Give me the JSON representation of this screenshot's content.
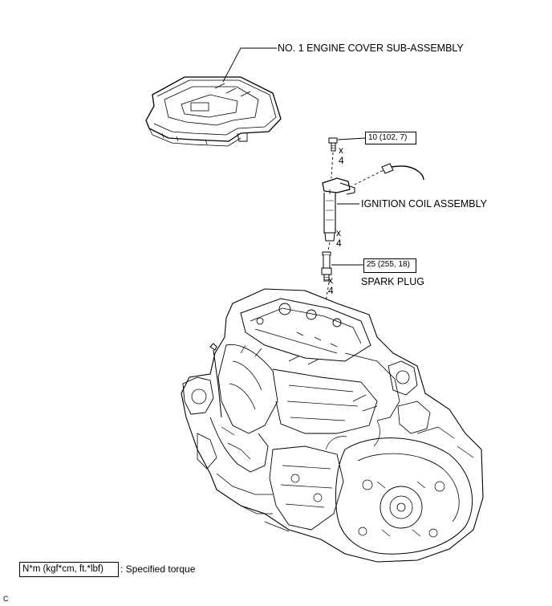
{
  "labels": {
    "engine_cover": "NO. 1 ENGINE COVER SUB-ASSEMBLY",
    "ignition_coil": "IGNITION COIL ASSEMBLY",
    "spark_plug": "SPARK PLUG"
  },
  "torque": {
    "bolt": "10 (102, 7)",
    "spark_plug": "25 (255, 18)"
  },
  "multipliers": {
    "bolt": {
      "x": "x",
      "n": "4"
    },
    "coil": {
      "x": "x",
      "n": "4"
    },
    "plug": {
      "x": "x",
      "n": "4"
    }
  },
  "legend": {
    "box": "N*m (kgf*cm, ft.*lbf)",
    "text": ": Specified torque"
  },
  "footer_code": "C"
}
